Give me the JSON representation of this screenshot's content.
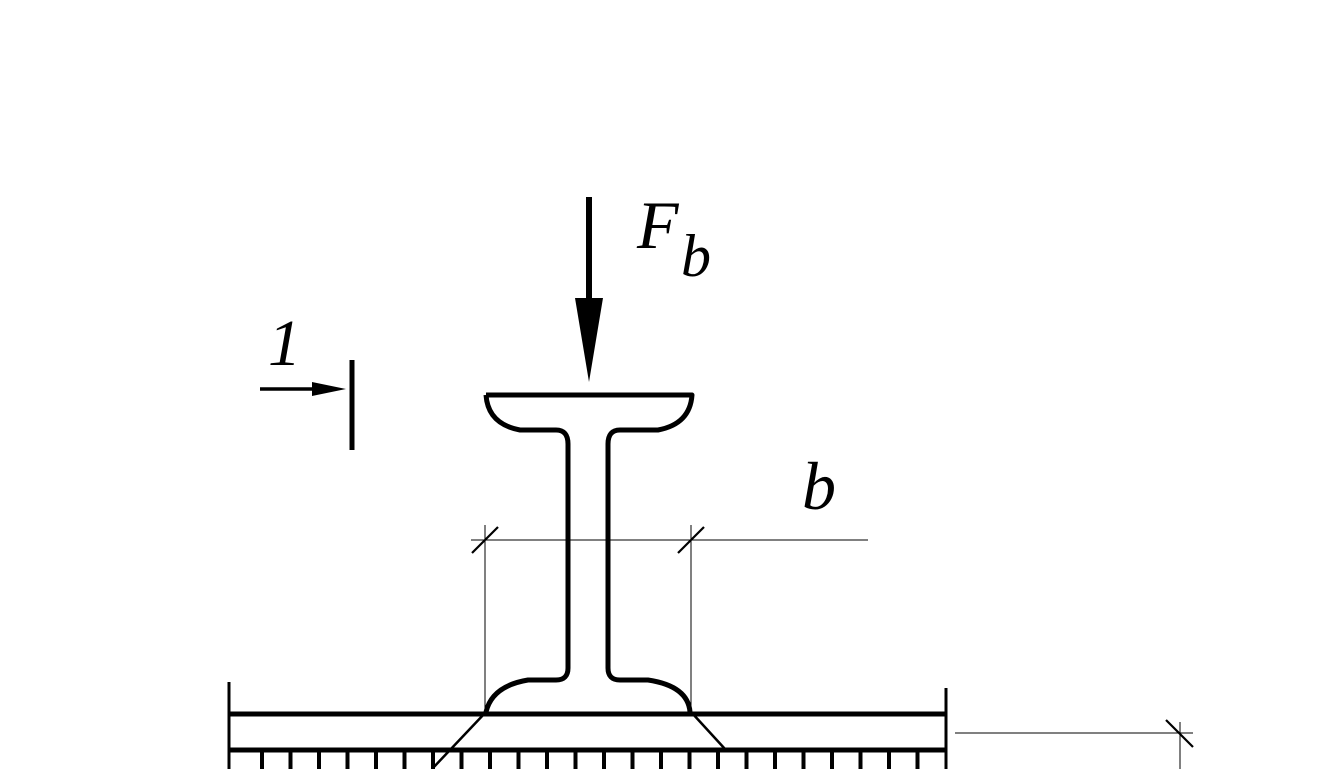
{
  "labels": {
    "force": "F",
    "force_subscript": "b",
    "width": "b",
    "section": "1"
  },
  "colors": {
    "background": "#ffffff",
    "stroke": "#000000"
  }
}
